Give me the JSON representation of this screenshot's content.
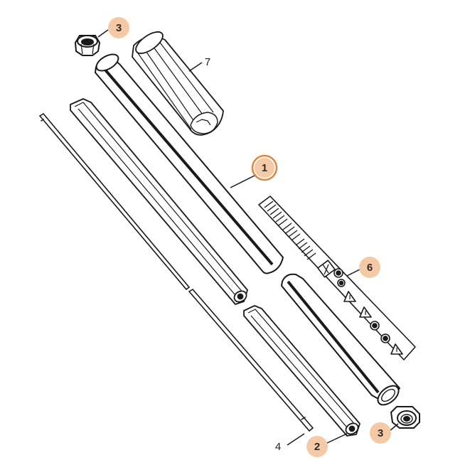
{
  "diagram": {
    "colors": {
      "line": "#1a1a1a",
      "badge_fill": "#f6c9a6",
      "badge_highlight_ring": "#e8823a",
      "background": "#ffffff"
    },
    "callouts": [
      {
        "id": "shaft-tube",
        "label": "1",
        "style": "badge-highlighted"
      },
      {
        "id": "drive-shaft-housing-lower",
        "label": "2",
        "style": "badge"
      },
      {
        "id": "end-cap-top",
        "label": "3",
        "style": "badge"
      },
      {
        "id": "end-cap-bottom",
        "label": "3",
        "style": "badge"
      },
      {
        "id": "drive-rod",
        "label": "4",
        "style": "plain"
      },
      {
        "id": "warning-decal",
        "label": "6",
        "style": "badge"
      },
      {
        "id": "grip-sleeve",
        "label": "7",
        "style": "plain"
      }
    ],
    "icons": {
      "decal_symbols": [
        "read-manual-icon",
        "ear-protection-icon",
        "warning-triangle-icon",
        "warning-triangle-icon",
        "no-bystanders-icon",
        "eye-protection-icon",
        "warning-triangle-icon"
      ]
    }
  }
}
